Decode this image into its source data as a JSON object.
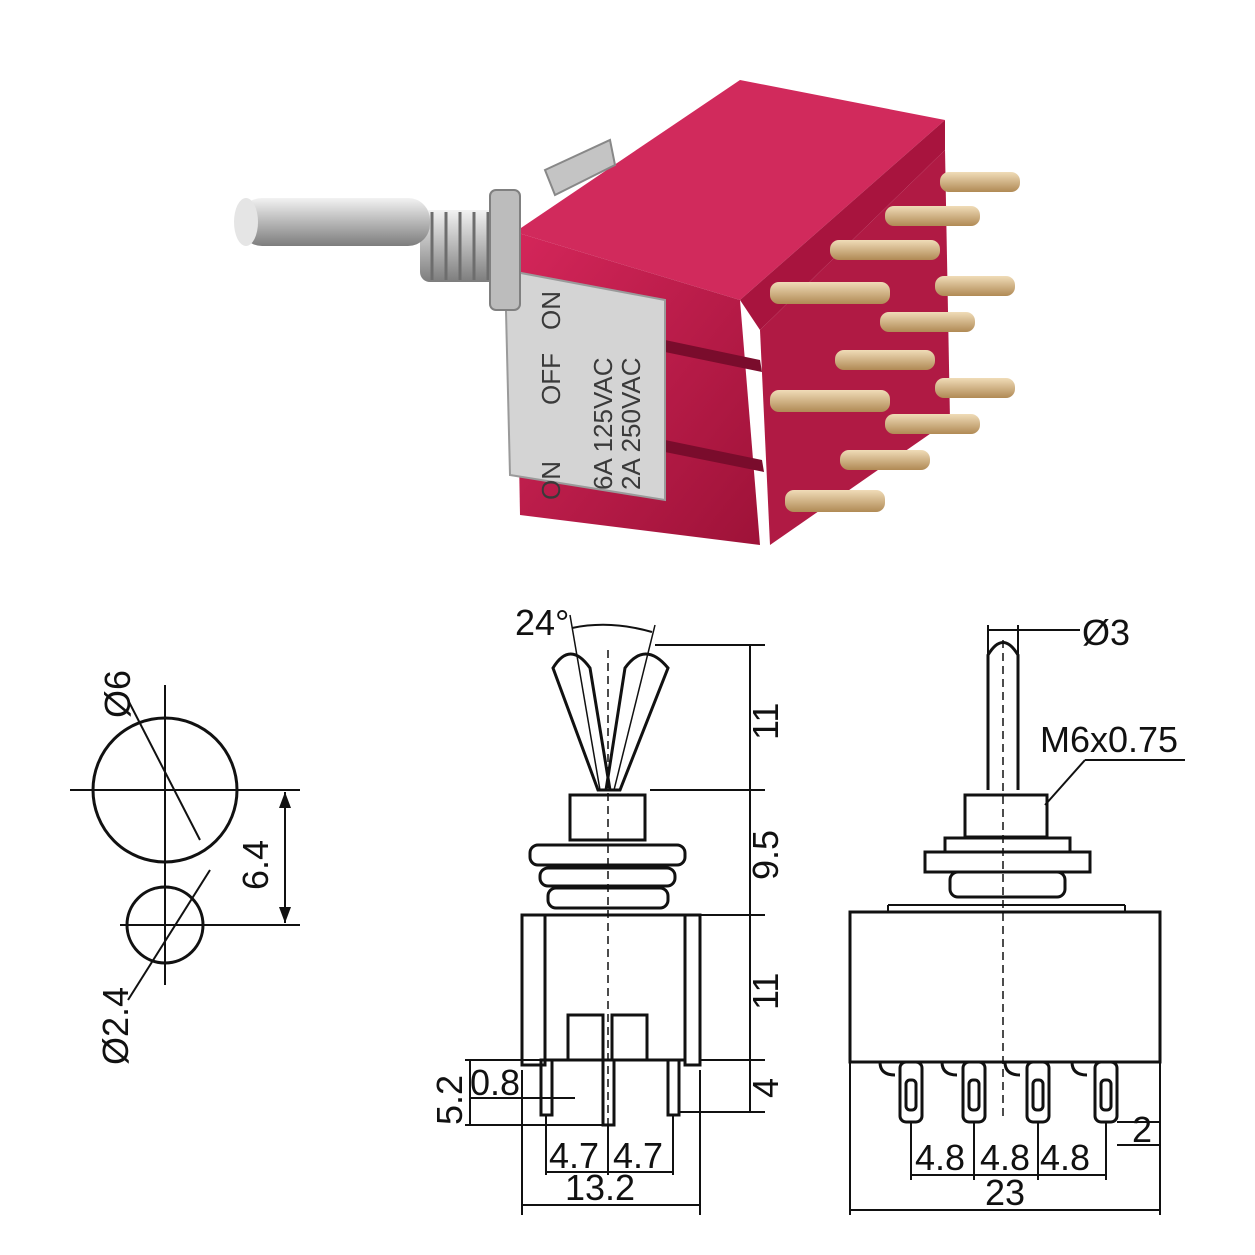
{
  "product_photo": {
    "stamp_line1": "6A 125VAC",
    "stamp_line2": "2A 250VAC",
    "pos_left": "ON",
    "pos_center": "OFF",
    "pos_right": "ON"
  },
  "mount_hole_view": {
    "dia_main": "Ø6",
    "dia_key": "Ø2.4",
    "spacing": "6.4"
  },
  "front_view": {
    "angle": "24°",
    "lever_height": "11",
    "bushing_height": "9.5",
    "body_height": "11",
    "pin_length": "4",
    "pin_total": "5.2",
    "pin_thickness": "0.8",
    "pitch_left": "4.7",
    "pitch_right": "4.7",
    "width": "13.2"
  },
  "side_view": {
    "lever_dia": "Ø3",
    "thread": "M6x0.75",
    "pin_offset": "2",
    "pitch1": "4.8",
    "pitch2": "4.8",
    "pitch3": "4.8",
    "width": "23"
  },
  "colors": {
    "housing": "#c8184a",
    "housing_dark": "#8f0f33",
    "metal": "#c9c9c9",
    "pins": "#d9b98a",
    "line": "#111111"
  }
}
